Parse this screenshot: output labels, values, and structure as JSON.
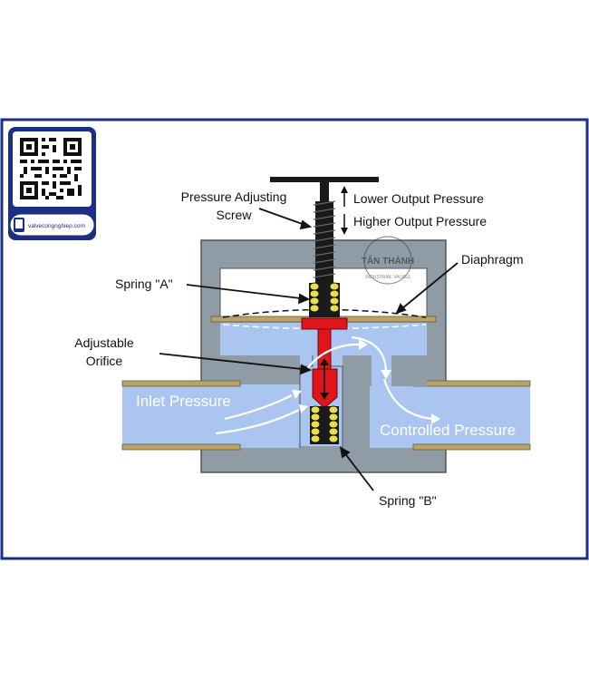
{
  "colors": {
    "frame_border": "#1c2f86",
    "body_gray": "#8f9ca5",
    "fluid_blue": "#a9c5f0",
    "red": "#e0151b",
    "pipe_gold": "#b8a46a",
    "spring_gold": "#e8e04a",
    "screw_black": "#1a1a1a",
    "white": "#ffffff",
    "text": "#111111"
  },
  "badge": {
    "website": "valvecongnghiep.com",
    "qr_icon": "qr-code-icon",
    "phone_icon": "smartphone-icon"
  },
  "watermark": {
    "brand": "TÂN THÀNH",
    "sub": "INDUSTRIAL VALVES"
  },
  "labels": {
    "screw_line1": "Pressure Adjusting",
    "screw_line2": "Screw",
    "lower": "Lower Output Pressure",
    "higher": "Higher Output Pressure",
    "diaphragm": "Diaphragm",
    "spring_a": "Spring \"A\"",
    "orifice_line1": "Adjustable",
    "orifice_line2": "Orifice",
    "inlet": "Inlet Pressure",
    "controlled": "Controlled Pressure",
    "spring_b": "Spring \"B\""
  }
}
